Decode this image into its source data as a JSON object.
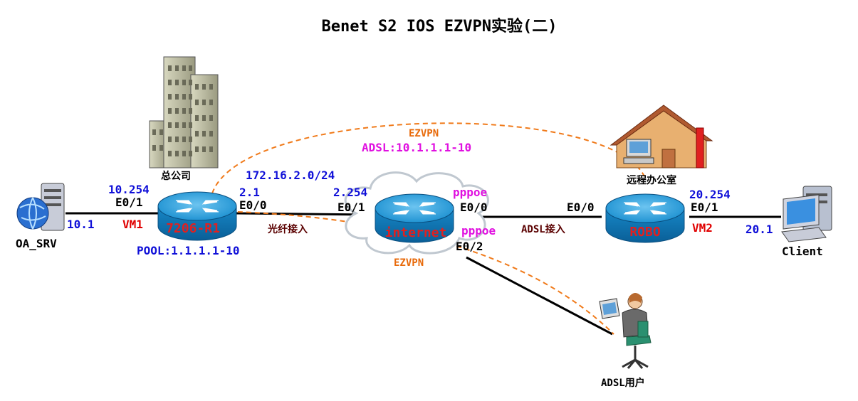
{
  "title": "Benet S2 IOS EZVPN实验(二)",
  "colors": {
    "blue_label": "#1010d8",
    "red_label": "#e00000",
    "orange_label": "#e86a0a",
    "magenta_label": "#e010e0",
    "dark_label": "#5a0000",
    "router_body": "#1a8fd0",
    "vpn_tunnel": "#f07a1a"
  },
  "nodes": {
    "oa_srv": {
      "name": "OA_SRV",
      "ip": "10.1",
      "icon": "server-globe-icon"
    },
    "r1": {
      "name": "7206-R1",
      "vm": "VM1",
      "pool": "POOL:1.1.1.1-10",
      "e01_ip": "10.254",
      "e01": "E0/1",
      "e00_ip": "2.1",
      "e00": "E0/0",
      "site": "总公司",
      "icon": "router-icon"
    },
    "internet": {
      "name": "internet",
      "e01_ip": "2.254",
      "e01": "E0/1",
      "e00": "E0/0",
      "e02": "E0/2",
      "pppoe_top": "pppoe",
      "pppoe_bottom": "pppoe",
      "icon": "cloud-router-icon"
    },
    "robo": {
      "name": "ROBO",
      "vm": "VM2",
      "e00": "E0/0",
      "e01": "E0/1",
      "e01_ip": "20.254",
      "site": "远程办公室",
      "icon": "router-icon"
    },
    "client": {
      "name": "Client",
      "ip": "20.1",
      "icon": "pc-icon"
    },
    "adsl_user": {
      "name": "ADSL用户",
      "icon": "user-laptop-icon"
    }
  },
  "links": {
    "r1_internet_net": "172.16.2.0/24",
    "r1_internet_type": "光纤接入",
    "internet_robo_type": "ADSL接入"
  },
  "tunnels": {
    "top_label": "EZVPN",
    "top_pool": "ADSL:10.1.1.1-10",
    "bottom_label": "EZVPN"
  }
}
